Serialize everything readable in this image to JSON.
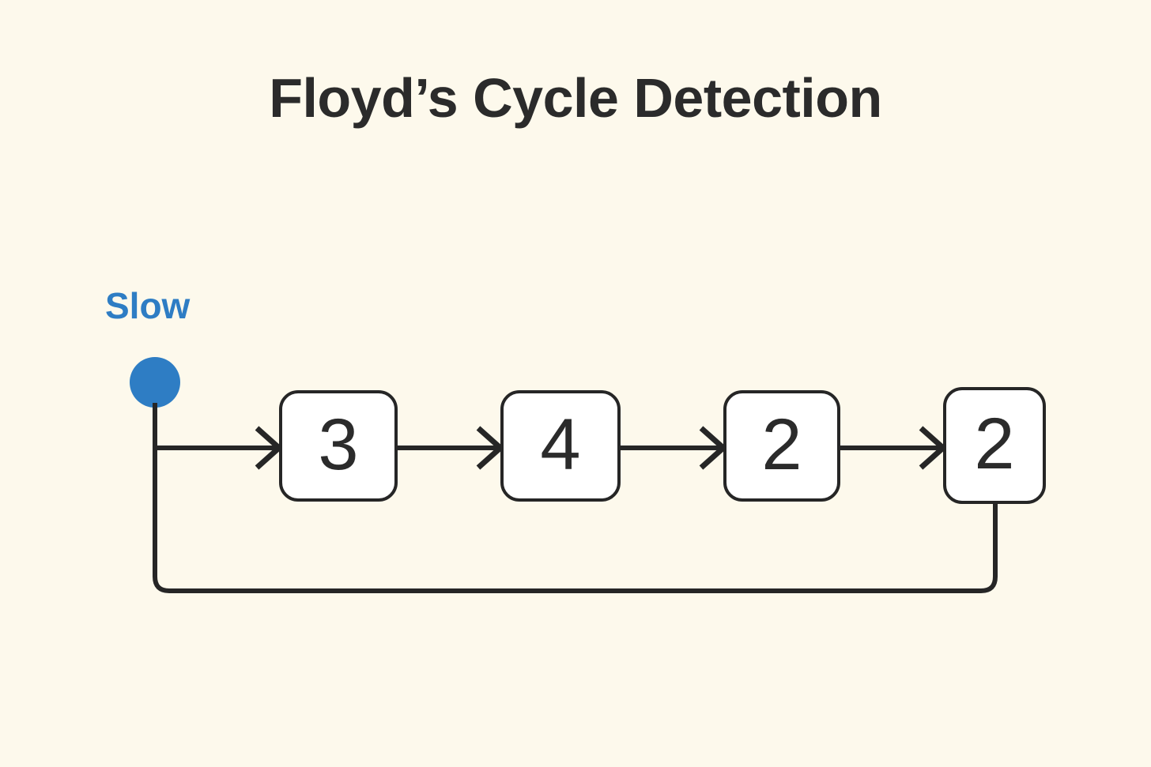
{
  "page": {
    "background_color": "#fdf9ec",
    "title": "Floyd’s Cycle Detection",
    "title_color": "#2b2b2b"
  },
  "pointer": {
    "label": "Slow",
    "color": "#2e7dc4",
    "marker_icon": "filled-circle-icon"
  },
  "diagram": {
    "type": "linked-list-with-cycle",
    "node_border_color": "#262626",
    "node_fill_color": "#ffffff",
    "edge_color": "#262626",
    "arrow_icon": "chevron-right-arrowhead",
    "nodes": [
      {
        "value": "3"
      },
      {
        "value": "4"
      },
      {
        "value": "2"
      },
      {
        "value": "2"
      }
    ],
    "edges": [
      {
        "from": "slow-pointer",
        "to": "node-0",
        "style": "arrow"
      },
      {
        "from": "node-0",
        "to": "node-1",
        "style": "arrow"
      },
      {
        "from": "node-1",
        "to": "node-2",
        "style": "arrow"
      },
      {
        "from": "node-2",
        "to": "node-3",
        "style": "arrow"
      },
      {
        "from": "node-3",
        "to": "list-head-entry",
        "style": "cycle-loop-back"
      }
    ]
  }
}
